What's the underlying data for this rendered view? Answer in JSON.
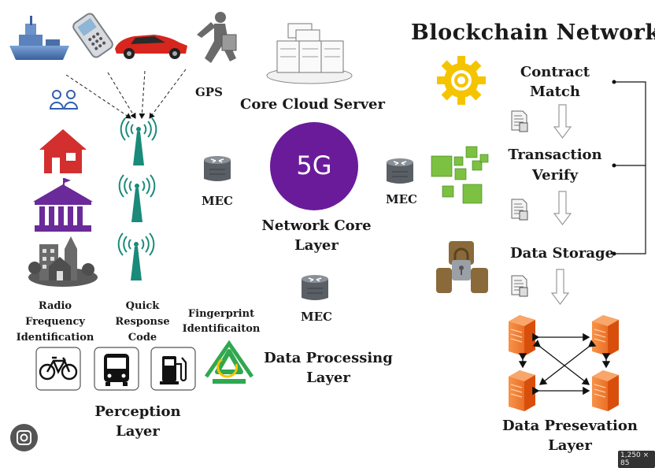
{
  "title": "Blockchain Network",
  "labels": {
    "gps": "GPS",
    "core_cloud_server": "Core Cloud Server",
    "five_g": "5G",
    "network_core_line1": "Network Core",
    "network_core_line2": "Layer",
    "mec_left": "MEC",
    "mec_right": "MEC",
    "mec_bottom": "MEC",
    "data_processing_line1": "Data Processing",
    "data_processing_line2": "Layer",
    "rfid_line1": "Radio",
    "rfid_line2": "Frequency",
    "rfid_line3": "Identification",
    "qr_line1": "Quick",
    "qr_line2": "Response",
    "qr_line3": "Code",
    "fp_line1": "Fingerprint",
    "fp_line2": "Identificaiton",
    "perception_line1": "Perception",
    "perception_line2": "Layer",
    "contract_line1": "Contract",
    "contract_line2": "Match",
    "transaction_line1": "Transaction",
    "transaction_line2": "Verify",
    "data_storage": "Data Storage",
    "preservation_line1": "Data Presevation",
    "preservation_line2": "Layer"
  },
  "badge": "1,250 × 85",
  "colors": {
    "five_g": "#6a1b9a",
    "antenna": "#1a8a7a",
    "house": "#d32f2f",
    "bank": "#6a2a9a",
    "gear": "#f5c400",
    "block_green": "#7cc142",
    "lock_brown": "#8a6a3a",
    "server_orange": "#f26a1b",
    "recycle": "#2fa84f",
    "text": "#1a1a1a"
  },
  "icons": {
    "ship": "ship-icon",
    "phone": "phone-icon",
    "car": "car-icon",
    "runner": "runner-icon",
    "people": "people-icon",
    "house": "house-icon",
    "bank": "bank-icon",
    "city": "city-icon",
    "bicycle": "bicycle-icon",
    "bus": "bus-icon",
    "fuel": "fuel-pump-icon",
    "recycle": "recycle-icon",
    "gear": "gear-icon",
    "blocks": "blocks-icon",
    "lock": "lock-icon",
    "server": "server-icon",
    "document": "document-icon",
    "router": "router-icon",
    "lens": "lens-icon"
  }
}
